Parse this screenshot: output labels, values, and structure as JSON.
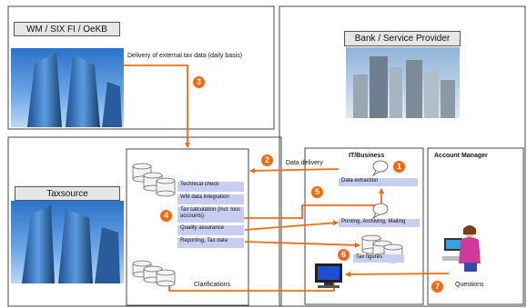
{
  "sections": {
    "wm": {
      "title": "WM / SIX FI / OeKB",
      "delivery_label": "Delivery of external tax data (daily basis)"
    },
    "bank": {
      "title": "Bank / Service Provider"
    },
    "taxsource": {
      "title": "Taxsource",
      "steps": [
        "Technical check",
        "WM data integration",
        "Tax calculation (incl. loss accounts)",
        "Quality assurance",
        "Reporting, Tax data"
      ],
      "clarifications_label": "Clarifications"
    },
    "it_business": {
      "title": "IT/Business",
      "data_extraction_label": "Data extraction",
      "printing_label": "Printing, Archiving, Mailing",
      "tax_figures_label": "Tax figures"
    },
    "account_manager": {
      "title": "Account Manager",
      "questions_label": "Questions"
    }
  },
  "arrows": {
    "data_delivery_label": "Data delivery"
  },
  "badges": [
    "1",
    "2",
    "3",
    "4",
    "5",
    "6",
    "7"
  ],
  "colors": {
    "arrow": "#f26a14",
    "badge": "#f26a14",
    "step_fill": "#c8cdf2"
  }
}
